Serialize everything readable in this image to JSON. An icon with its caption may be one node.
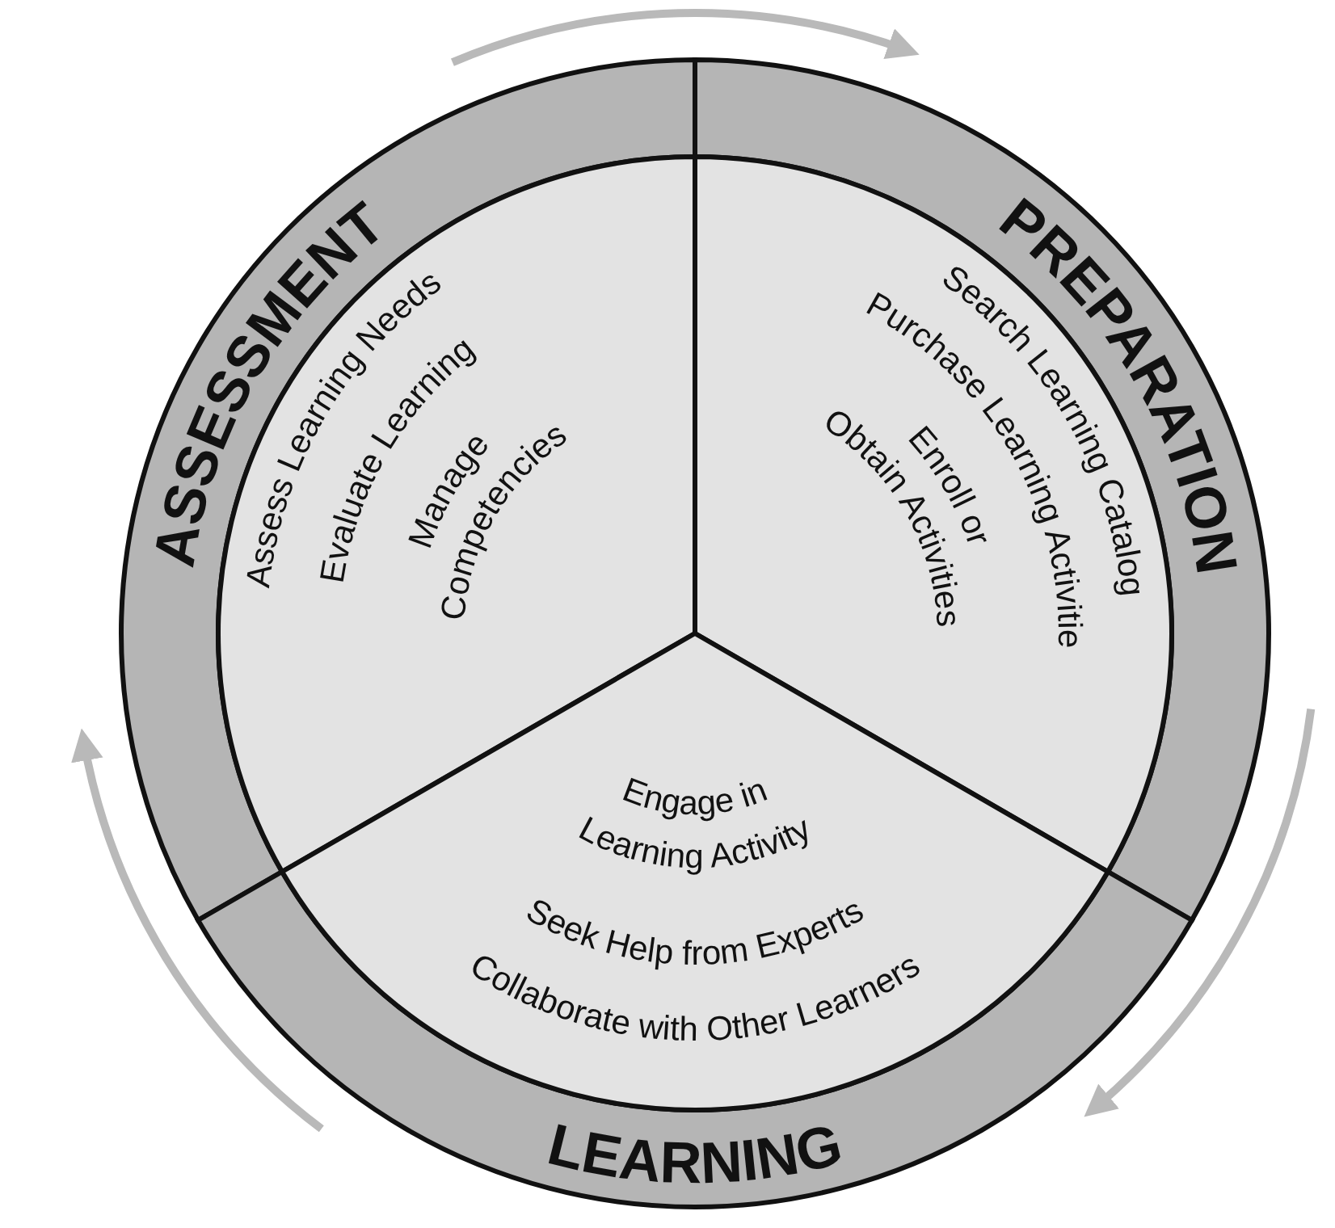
{
  "diagram": {
    "nodes": [
      {
        "text": [
          "ASSESSMENT",
          "Assess Learning Needs",
          "Evaluate Learning",
          "Manage Competencies"
        ]
      },
      {
        "text": [
          "PREPARATION",
          "Search Learning Catalog",
          "Purchase Learning Activitie",
          "Enroll or Obtain Activities"
        ]
      },
      {
        "text": [
          "Engage in Learning Activity",
          "Seek Help from Experts",
          "Collaborate with Other Learners",
          "LEARNING"
        ]
      }
    ],
    "edges": [
      {
        "from": 0,
        "to": 1,
        "arrow": "to"
      },
      {
        "from": 1,
        "to": 2,
        "arrow": "to"
      },
      {
        "from": 2,
        "to": 0,
        "arrow": "to"
      }
    ]
  }
}
